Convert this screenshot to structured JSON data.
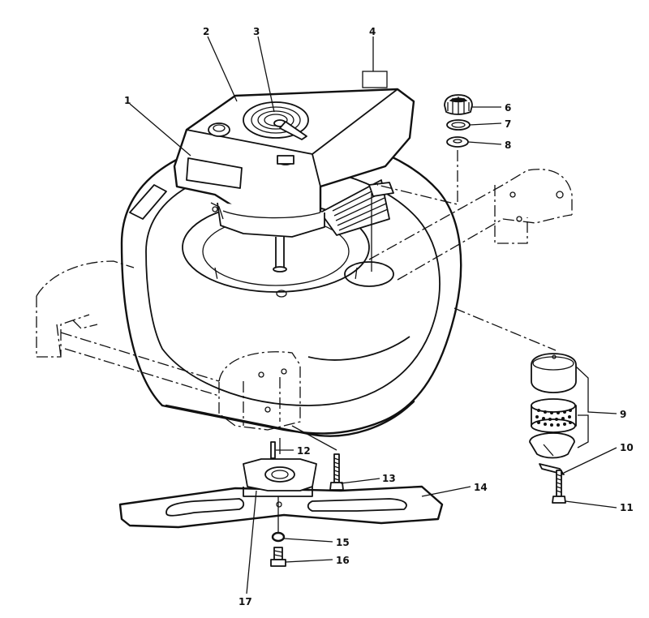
{
  "diagram": {
    "type": "exploded-parts-view",
    "callouts": [
      {
        "id": "1",
        "label": "1"
      },
      {
        "id": "2",
        "label": "2"
      },
      {
        "id": "3",
        "label": "3"
      },
      {
        "id": "4",
        "label": "4"
      },
      {
        "id": "6",
        "label": "6"
      },
      {
        "id": "7",
        "label": "7"
      },
      {
        "id": "8",
        "label": "8"
      },
      {
        "id": "9",
        "label": "9"
      },
      {
        "id": "10",
        "label": "10"
      },
      {
        "id": "11",
        "label": "11"
      },
      {
        "id": "12",
        "label": "12"
      },
      {
        "id": "13",
        "label": "13"
      },
      {
        "id": "14",
        "label": "14"
      },
      {
        "id": "15",
        "label": "15"
      },
      {
        "id": "16",
        "label": "16"
      },
      {
        "id": "17",
        "label": "17"
      }
    ]
  }
}
